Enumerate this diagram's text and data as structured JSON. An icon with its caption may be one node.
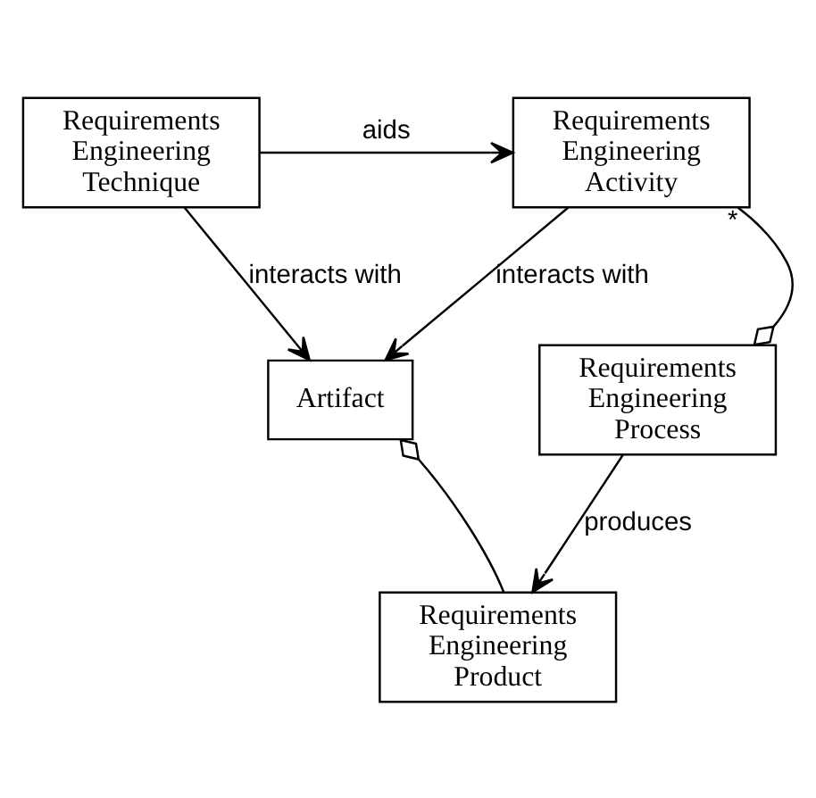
{
  "diagram": {
    "nodes": [
      {
        "text": [
          "Requirements Engineering Technique"
        ]
      },
      {
        "text": [
          "Requirements Engineering Activity"
        ]
      },
      {
        "text": [
          "Artifact"
        ]
      },
      {
        "text": [
          "Requirements Engineering Process"
        ]
      },
      {
        "text": [
          "Requirements Engineering Product"
        ]
      }
    ],
    "edges": [
      {
        "from": 0,
        "to": 1,
        "arrow": "to",
        "label": "aids"
      },
      {
        "from": 0,
        "to": 2,
        "arrow": "to",
        "label": "interacts with"
      },
      {
        "from": 1,
        "to": 2,
        "arrow": "to",
        "label": "interacts with"
      },
      {
        "from": 1,
        "to": 3,
        "arrow": "other",
        "label": "*"
      },
      {
        "from": 4,
        "to": 2,
        "arrow": "other"
      },
      {
        "from": 3,
        "to": 4,
        "arrow": "to",
        "label": "produces"
      }
    ]
  }
}
